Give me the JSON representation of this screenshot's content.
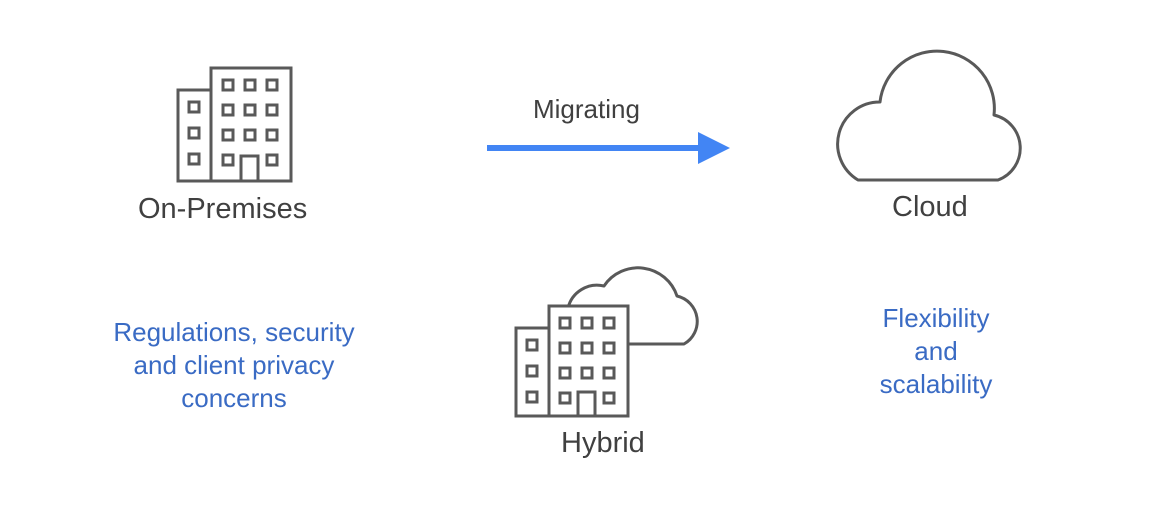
{
  "on_premises": {
    "label": "On-Premises"
  },
  "migration": {
    "label": "Migrating"
  },
  "cloud": {
    "label": "Cloud"
  },
  "hybrid": {
    "label": "Hybrid"
  },
  "notes": {
    "on_premises_lines": [
      "Regulations, security",
      "and client privacy",
      "concerns"
    ],
    "cloud_lines": [
      "Flexibility",
      "and",
      "scalability"
    ]
  },
  "colors": {
    "icon_stroke": "#595959",
    "arrow": "#4285f4",
    "note_text": "#3a6bc4",
    "label_text": "#404040"
  },
  "icons": [
    "building-icon",
    "arrow-right-icon",
    "cloud-icon",
    "hybrid-icon"
  ]
}
